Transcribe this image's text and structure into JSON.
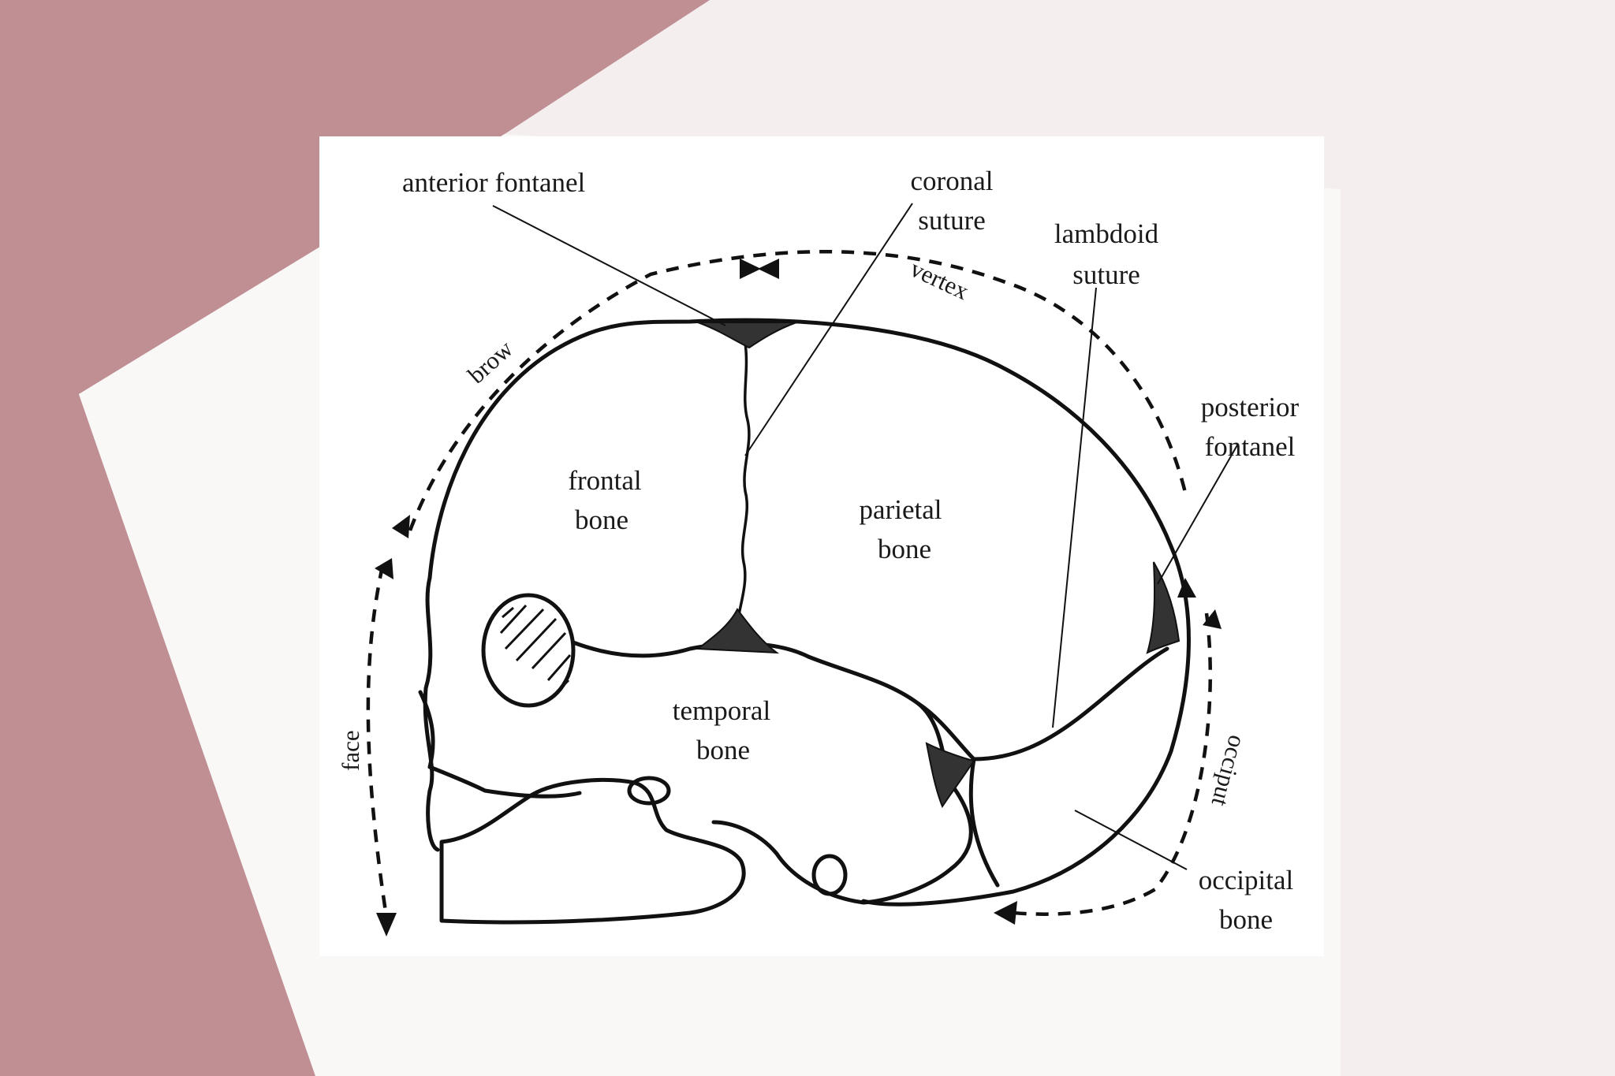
{
  "colors": {
    "backdrop": "#f4eeee",
    "accent_shape": "#b98489",
    "figure_background": "#ffffff",
    "line": "#111111"
  },
  "labels": {
    "anterior_fontanel": "anterior fontanel",
    "coronal_suture_line1": "coronal",
    "coronal_suture_line2": "suture",
    "lambdoid_suture_line1": "lambdoid",
    "lambdoid_suture_line2": "suture",
    "posterior_fontanel_line1": "posterior",
    "posterior_fontanel_line2": "fontanel",
    "frontal_bone_line1": "frontal",
    "frontal_bone_line2": "bone",
    "parietal_bone_line1": "parietal",
    "parietal_bone_line2": "bone",
    "temporal_bone_line1": "temporal",
    "temporal_bone_line2": "bone",
    "occipital_bone_line1": "occipital",
    "occipital_bone_line2": "bone"
  },
  "arc_labels": {
    "brow": "brow",
    "vertex": "vertex",
    "face": "face",
    "occiput": "occiput"
  }
}
